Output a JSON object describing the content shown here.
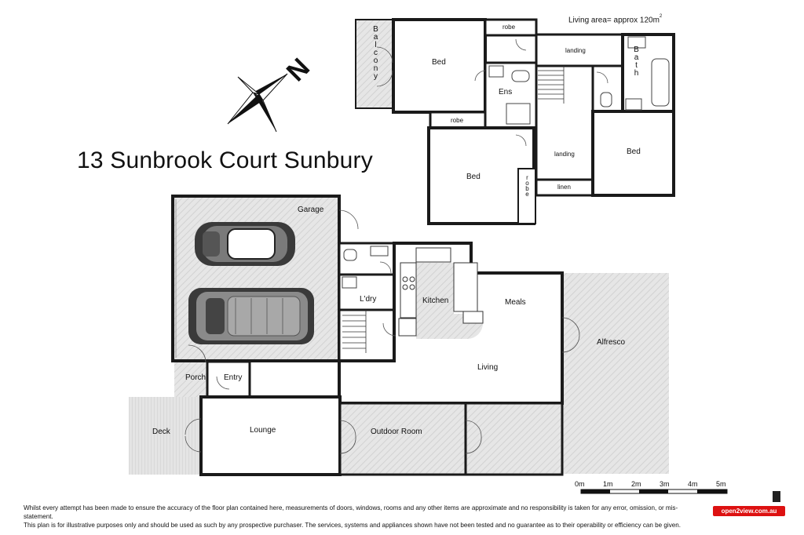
{
  "title": "13 Sunbrook   Court Sunbury",
  "living_area": "Living area= approx 120m",
  "living_area_sup": "2",
  "compass_letter": "N",
  "rooms": {
    "balcony": "Balcony",
    "bed1": "Bed",
    "robe_top": "robe",
    "landing_top": "landing",
    "bath": "Bath",
    "ens": "Ens",
    "robe_mid": "robe",
    "bed2": "Bed",
    "landing_mid": "landing",
    "bed3": "Bed",
    "robe_vert": "robe",
    "linen": "linen",
    "garage": "Garage",
    "ldry": "L'dry",
    "kitchen": "Kitchen",
    "meals": "Meals",
    "alfresco": "Alfresco",
    "living": "Living",
    "porch": "Porch",
    "entry": "Entry",
    "deck": "Deck",
    "lounge": "Lounge",
    "outdoor_room": "Outdoor Room"
  },
  "scale": [
    "0m",
    "1m",
    "2m",
    "3m",
    "4m",
    "5m"
  ],
  "disclaimer_1": "Whilst every attempt has been made to ensure the accuracy of the floor plan contained here, measurements of doors, windows, rooms and any other items are approximate and no responsibility is taken for any error, omission, or mis-statement.",
  "disclaimer_2": "This plan is for illustrative purposes only and should be used as such by any prospective purchaser. The services, systems and appliances shown have not been tested and no guarantee as to their operability or efficiency can be given.",
  "logo": "open2view.com.au",
  "colors": {
    "wall": "#1a1a1a",
    "floor": "#e3e3e3",
    "hatch": "#cfcfcf",
    "logo_red": "#d11111"
  }
}
